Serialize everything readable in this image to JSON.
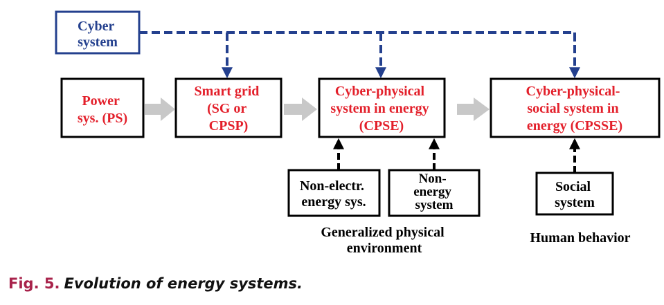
{
  "diagram": {
    "cyber": [
      "Cyber",
      "system"
    ],
    "power": [
      "Power",
      "sys. (PS)"
    ],
    "smart_grid": [
      "Smart grid",
      "(SG or",
      "CPSP)"
    ],
    "cpse": [
      "Cyber-physical",
      "system in energy",
      "(CPSE)"
    ],
    "cpsse": [
      "Cyber-physical-",
      "social system in",
      "energy (CPSSE)"
    ],
    "non_electr": [
      "Non-electr.",
      "energy sys."
    ],
    "non_energy": [
      "Non-",
      "energy",
      "system"
    ],
    "social": [
      "Social",
      "system"
    ],
    "gen_env": [
      "Generalized physical",
      "environment"
    ],
    "human": "Human behavior"
  },
  "caption": {
    "fig": "Fig. 5.",
    "text": "Evolution of energy systems."
  },
  "colors": {
    "red_text": "#e3202b",
    "blue": "#24408e",
    "gray_arrow": "#c8c8c8",
    "caption_fig": "#a8234b"
  }
}
